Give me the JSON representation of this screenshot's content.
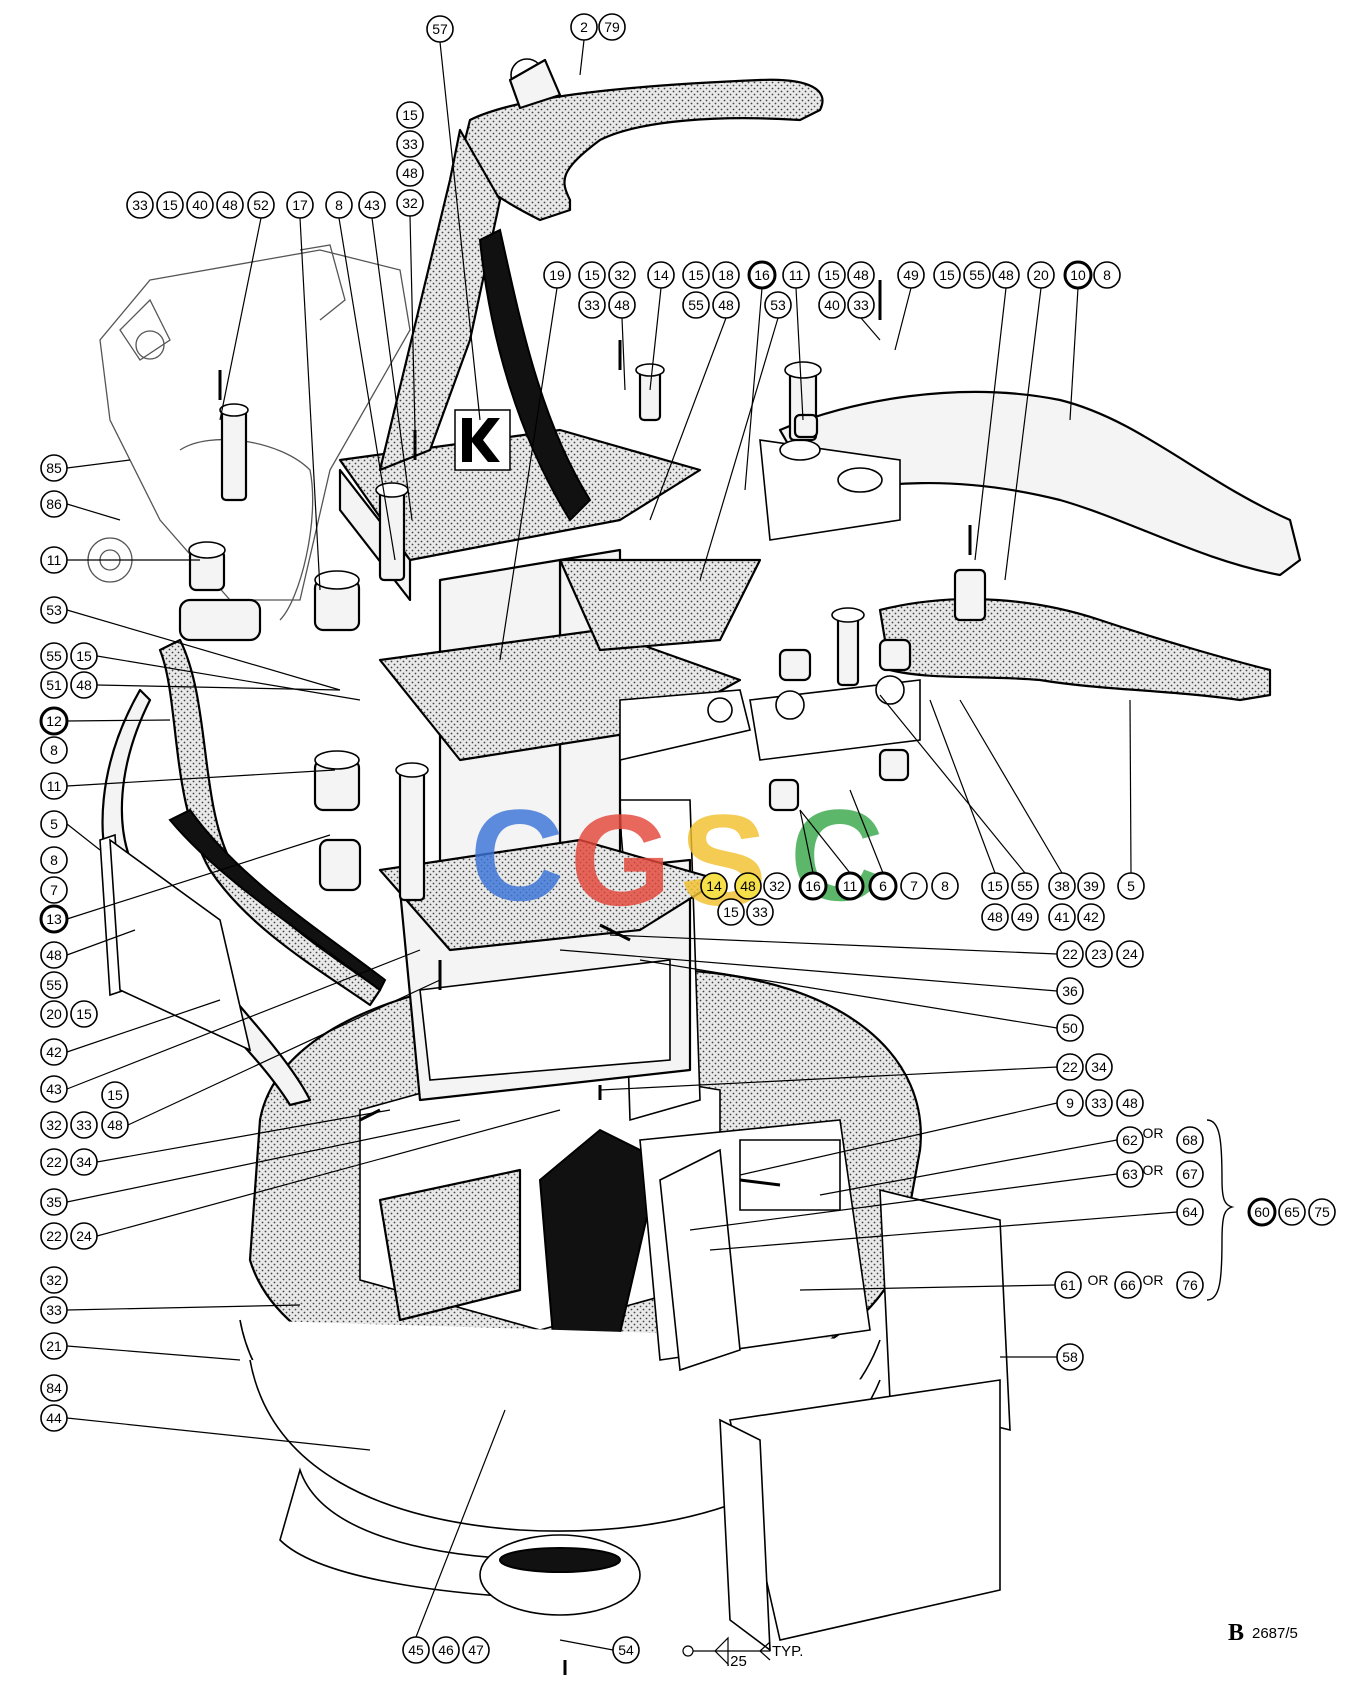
{
  "diagram": {
    "drawing_number": "2687/5",
    "drawing_prefix": "B",
    "weld_note": {
      "size": ".25",
      "text": "TYP."
    },
    "watermark": {
      "letters": [
        "C",
        "G",
        "S",
        "C"
      ],
      "colors": [
        "#3b74d8",
        "#e4473a",
        "#f2c12e",
        "#3aa84b"
      ]
    },
    "callouts": {
      "c57": "57",
      "c2": "2",
      "c79": "79",
      "c15a": "15",
      "c33a": "33",
      "c48a": "48",
      "c32a": "32",
      "c33b": "33",
      "c15b": "15",
      "c40a": "40",
      "c48b": "48",
      "c52": "52",
      "c17": "17",
      "c8a": "8",
      "c43a": "43",
      "c19": "19",
      "c15c": "15",
      "c32b": "32",
      "c33c": "33",
      "c48c": "48",
      "c14a": "14",
      "c15d": "15",
      "c18": "18",
      "c55a": "55",
      "c48d": "48",
      "c16a": "16",
      "c53a": "53",
      "c11a": "11",
      "c15e": "15",
      "c48e": "48",
      "c40b": "40",
      "c33d": "33",
      "c49a": "49",
      "c15f": "15",
      "c55b": "55",
      "c48f": "48",
      "c20a": "20",
      "c10": "10",
      "c8b": "8",
      "c85": "85",
      "c86": "86",
      "c11b": "11",
      "c53b": "53",
      "c55c": "55",
      "c15g": "15",
      "c51": "51",
      "c48g": "48",
      "c12": "12",
      "c8c": "8",
      "c11c": "11",
      "c5a": "5",
      "c8d": "8",
      "c7a": "7",
      "c13": "13",
      "c48h": "48",
      "c55d": "55",
      "c20b": "20",
      "c15h": "15",
      "c42a": "42",
      "c43b": "43",
      "c15i": "15",
      "c32c": "32",
      "c33e": "33",
      "c48i": "48",
      "c22a": "22",
      "c34a": "34",
      "c35": "35",
      "c22b": "22",
      "c24a": "24",
      "c32d": "32",
      "c33f": "33",
      "c21": "21",
      "c84": "84",
      "c44": "44",
      "c14b": "14",
      "c48j": "48",
      "c32e": "32",
      "c15j": "15",
      "c33g": "33",
      "c16b": "16",
      "c11d": "11",
      "c6": "6",
      "c7b": "7",
      "c8e": "8",
      "c15k": "15",
      "c55e": "55",
      "c38": "38",
      "c39": "39",
      "c5b": "5",
      "c48k": "48",
      "c49b": "49",
      "c41": "41",
      "c42b": "42",
      "c22c": "22",
      "c23": "23",
      "c24b": "24",
      "c36": "36",
      "c50": "50",
      "c22d": "22",
      "c34b": "34",
      "c9": "9",
      "c33h": "33",
      "c48l": "48",
      "c62": "62",
      "c68": "68",
      "c63": "63",
      "c67": "67",
      "c64": "64",
      "c60": "60",
      "c65": "65",
      "c75": "75",
      "c61": "61",
      "c66": "66",
      "c76": "76",
      "c58": "58",
      "c45": "45",
      "c46": "46",
      "c47": "47",
      "c54": "54",
      "or": "OR"
    }
  }
}
